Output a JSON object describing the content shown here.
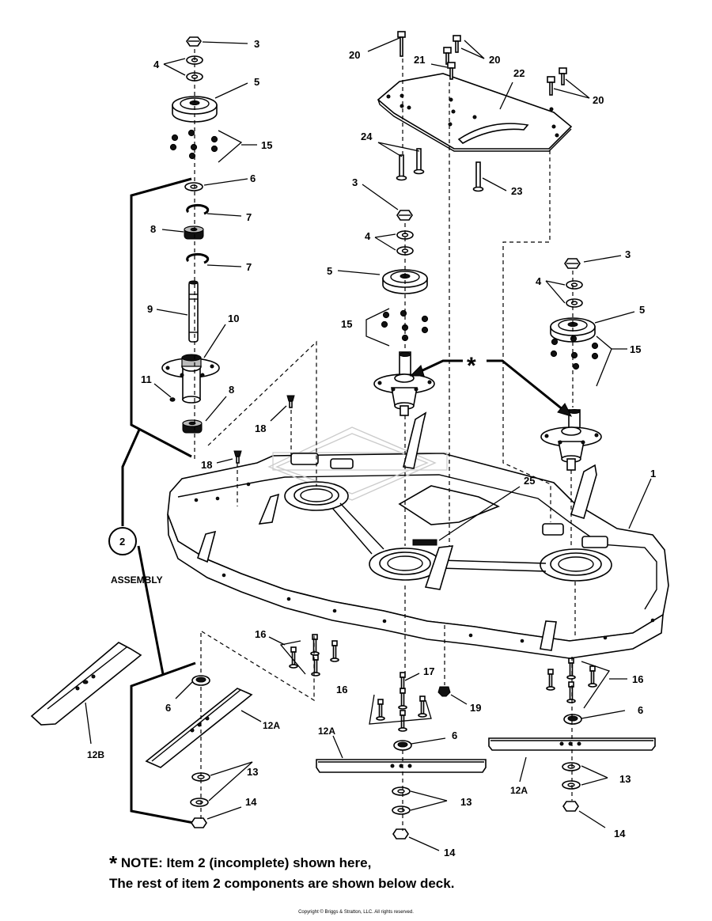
{
  "callouts": {
    "c1": "1",
    "c2": "2",
    "c3a": "3",
    "c3b": "3",
    "c3c": "3",
    "c4a": "4",
    "c4b": "4",
    "c4c": "4",
    "c5a": "5",
    "c5b": "5",
    "c5c": "5",
    "c6a": "6",
    "c6b": "6",
    "c6c": "6",
    "c6d": "6",
    "c7a": "7",
    "c7b": "7",
    "c8a": "8",
    "c8b": "8",
    "c9": "9",
    "c10": "10",
    "c11": "11",
    "c12a1": "12A",
    "c12a2": "12A",
    "c12a3": "12A",
    "c12b": "12B",
    "c13a": "13",
    "c13b": "13",
    "c13c": "13",
    "c14a": "14",
    "c14b": "14",
    "c14c": "14",
    "c15a": "15",
    "c15b": "15",
    "c15c": "15",
    "c16a": "16",
    "c16b": "16",
    "c16c": "16",
    "c17": "17",
    "c18a": "18",
    "c18b": "18",
    "c19": "19",
    "c20a": "20",
    "c20b": "20",
    "c20c": "20",
    "c21": "21",
    "c22": "22",
    "c23": "23",
    "c24": "24",
    "c25": "25",
    "star": "*"
  },
  "assembly_label": "ASSEMBLY",
  "note": {
    "star": "*",
    "line1": "NOTE: Item 2 (incomplete) shown here,",
    "line2": "The rest of item 2 components are shown below deck."
  },
  "copyright": "Copyright © Briggs & Stratton, LLC. All rights reserved."
}
